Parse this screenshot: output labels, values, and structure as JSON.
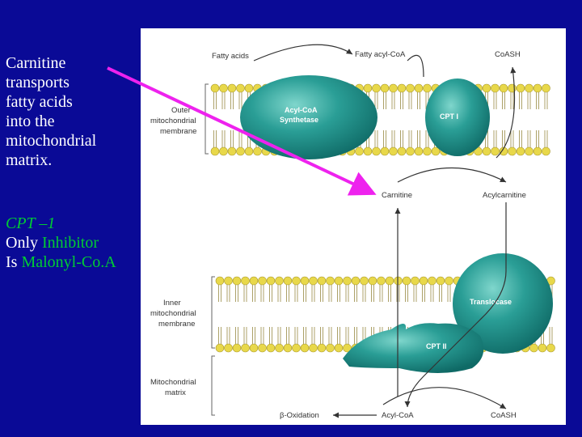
{
  "left_panel": {
    "line1": "Carnitine",
    "line2": "transports",
    "line3": "fatty acids",
    "line4": "into the",
    "line5": "mitochondrial",
    "line6": "matrix.",
    "cpt_title": "CPT –1",
    "only": "Only ",
    "inhibitor": "Inhibitor",
    "is": "Is ",
    "malonyl": "Malonyl-Co.A"
  },
  "figure": {
    "top_fatty_acids": "Fatty acids",
    "top_fatty_acyl_coa": "Fatty acyl-CoA",
    "top_coash": "CoASH",
    "outer_line1": "Outer",
    "outer_line2": "mitochondrial",
    "outer_line3": "membrane",
    "acyl_coa_synthetase_1": "Acyl-CoA",
    "acyl_coa_synthetase_2": "Synthetase",
    "cpt1": "CPT I",
    "carnitine": "Carnitine",
    "acylcarnitine": "Acylcarnitine",
    "inner_line1": "Inner",
    "inner_line2": "mitochondrial",
    "inner_line3": "membrane",
    "translocase": "Translocase",
    "cpt2": "CPT II",
    "matrix_line1": "Mitochondrial",
    "matrix_line2": "matrix",
    "bottom_beta_oxidation": "β-Oxidation",
    "bottom_acyl_coa": "Acyl-CoA",
    "bottom_coash": "CoASH"
  },
  "colors": {
    "background": "#0a0a96",
    "highlight_green": "#00cc33",
    "arrow_magenta": "#ee22ee",
    "lipid_yellow": "#e8d84a",
    "protein_teal": "#1f8f8a"
  }
}
